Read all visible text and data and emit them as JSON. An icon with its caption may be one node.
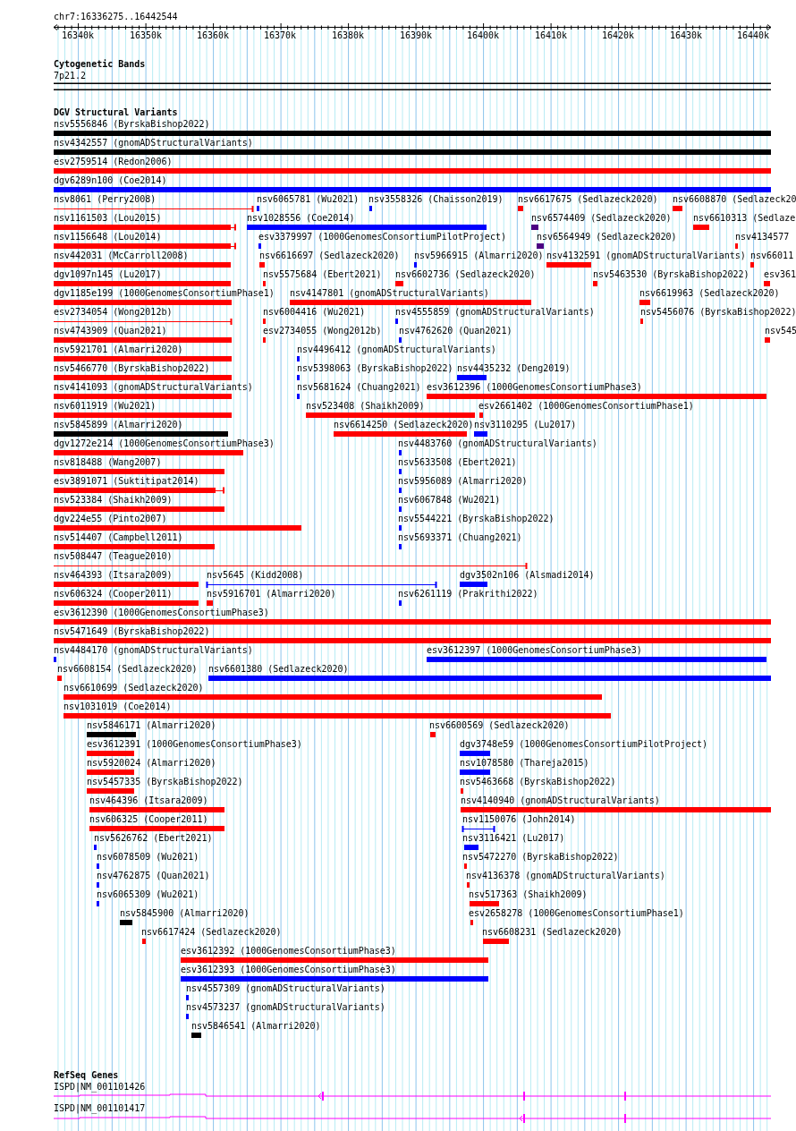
{
  "diagram": {
    "labels": [
      "chr7:16336275..16442544",
      "16340k",
      "16350k",
      "16360k",
      "16370k",
      "16380k",
      "16390k",
      "16400k",
      "16410k",
      "16420k",
      "16430k",
      "16440k",
      "Cytogenetic Bands",
      "7p21.2",
      "DGV Structural Variants",
      "nsv5556846 (ByrskaBishop2022)",
      "nsv4342557 (gnomADStructuralVariants)",
      "esv2759514 (Redon2006)",
      "dgv6289n100 (Coe2014)",
      "nsv8061 (Perry2008)",
      "nsv6065781 (Wu2021)",
      "nsv3558326 (Chaisson2019)",
      "nsv6617675 (Sedlazeck2020)",
      "nsv6608870 (Sedlazeck20",
      "nsv1161503 (Lou2015)",
      "nsv1028556 (Coe2014)",
      "nsv6574409 (Sedlazeck2020)",
      "nsv6610313 (Sedlaze",
      "nsv1156648 (Lou2014)",
      "esv3379997 (1000GenomesConsortiumPilotProject)",
      "nsv6564949 (Sedlazeck2020)",
      "nsv4134577",
      "nsv442031 (McCarroll2008)",
      "nsv6616697 (Sedlazeck2020)",
      "nsv5966915 (Almarri2020)",
      "nsv4132591 (gnomADStructuralVariants)",
      "nsv66011",
      "dgv1097n145 (Lu2017)",
      "nsv5575684 (Ebert2021)",
      "nsv6602736 (Sedlazeck2020)",
      "nsv5463530 (ByrskaBishop2022)",
      "esv361",
      "dgv1185e199 (1000GenomesConsortiumPhase1)",
      "nsv4147801 (gnomADStructuralVariants)",
      "nsv6619963 (Sedlazeck2020)",
      "esv2734054 (Wong2012b)",
      "nsv6004416 (Wu2021)",
      "nsv4555859 (gnomADStructuralVariants)",
      "nsv5456076 (ByrskaBishop2022)",
      "nsv4743909 (Quan2021)",
      "esv2734055 (Wong2012b)",
      "nsv4762620 (Quan2021)",
      "nsv545",
      "nsv5921701 (Almarri2020)",
      "nsv4496412 (gnomADStructuralVariants)",
      "nsv5466770 (ByrskaBishop2022)",
      "nsv5398063 (ByrskaBishop2022)",
      "nsv4435232 (Deng2019)",
      "nsv4141093 (gnomADStructuralVariants)",
      "nsv5681624 (Chuang2021)",
      "esv3612396 (1000GenomesConsortiumPhase3)",
      "nsv6011919 (Wu2021)",
      "nsv523408 (Shaikh2009)",
      "esv2661402 (1000GenomesConsortiumPhase1)",
      "nsv5845899 (Almarri2020)",
      "nsv6614250 (Sedlazeck2020)",
      "nsv3110295 (Lu2017)",
      "dgv1272e214 (1000GenomesConsortiumPhase3)",
      "nsv4483760 (gnomADStructuralVariants)",
      "nsv818488 (Wang2007)",
      "nsv5633508 (Ebert2021)",
      "esv3891071 (Suktitipat2014)",
      "nsv5956089 (Almarri2020)",
      "nsv523384 (Shaikh2009)",
      "nsv6067848 (Wu2021)",
      "dgv224e55 (Pinto2007)",
      "nsv5544221 (ByrskaBishop2022)",
      "nsv514407 (Campbell2011)",
      "nsv5693371 (Chuang2021)",
      "nsv508447 (Teague2010)",
      "nsv464393 (Itsara2009)",
      "nsv5645 (Kidd2008)",
      "dgv3502n106 (Alsmadi2014)",
      "nsv606324 (Cooper2011)",
      "nsv5916701 (Almarri2020)",
      "nsv6261119 (Prakrithi2022)",
      "esv3612390 (1000GenomesConsortiumPhase3)",
      "nsv5471649 (ByrskaBishop2022)",
      "nsv4484170 (gnomADStructuralVariants)",
      "esv3612397 (1000GenomesConsortiumPhase3)",
      "nsv6608154 (Sedlazeck2020)",
      "nsv6601380 (Sedlazeck2020)",
      "nsv6610699 (Sedlazeck2020)",
      "nsv1031019 (Coe2014)",
      "nsv5846171 (Almarri2020)",
      "nsv6600569 (Sedlazeck2020)",
      "esv3612391 (1000GenomesConsortiumPhase3)",
      "dgv3748e59 (1000GenomesConsortiumPilotProject)",
      "nsv5920024 (Almarri2020)",
      "nsv1078580 (Thareja2015)",
      "nsv5457335 (ByrskaBishop2022)",
      "nsv5463668 (ByrskaBishop2022)",
      "nsv464396 (Itsara2009)",
      "nsv4140940 (gnomADStructuralVariants)",
      "nsv606325 (Cooper2011)",
      "nsv1150076 (John2014)",
      "nsv5626762 (Ebert2021)",
      "nsv3116421 (Lu2017)",
      "nsv6078509 (Wu2021)",
      "nsv5472270 (ByrskaBishop2022)",
      "nsv4762875 (Quan2021)",
      "nsv4136378 (gnomADStructuralVariants)",
      "nsv6065309 (Wu2021)",
      "nsv517363 (Shaikh2009)",
      "nsv5845900 (Almarri2020)",
      "esv2658278 (1000GenomesConsortiumPhase1)",
      "nsv6617424 (Sedlazeck2020)",
      "nsv6608231 (Sedlazeck2020)",
      "esv3612392 (1000GenomesConsortiumPhase3)",
      "esv3612393 (1000GenomesConsortiumPhase3)",
      "nsv4557309 (gnomADStructuralVariants)",
      "nsv4573237 (gnomADStructuralVariants)",
      "nsv5846541 (Almarri2020)",
      "RefSeq Genes",
      "ISPD|NM_001101426",
      "ISPD|NM_001101417"
    ]
  }
}
